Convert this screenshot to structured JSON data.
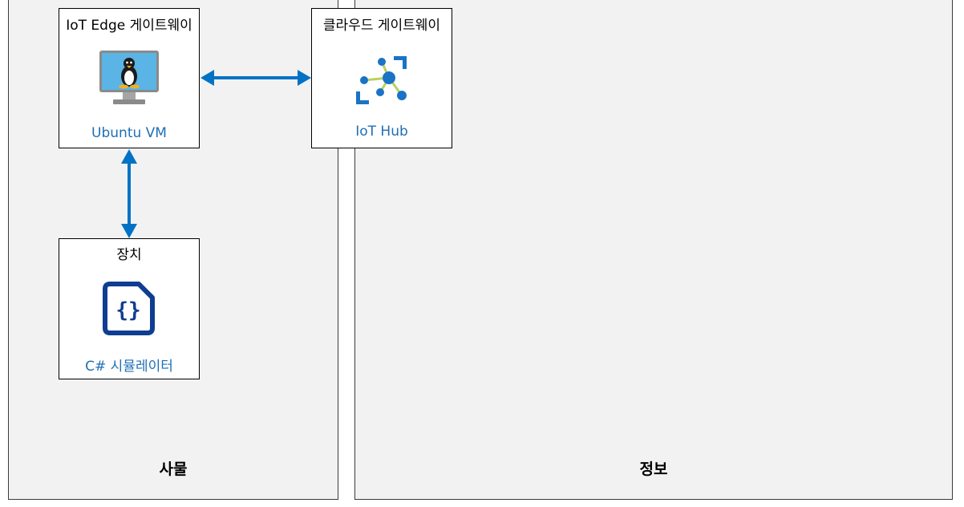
{
  "panels": {
    "things": {
      "label": "사물"
    },
    "insights": {
      "label": "정보"
    }
  },
  "nodes": {
    "edge_gateway": {
      "title": "IoT Edge 게이트웨이",
      "caption": "Ubuntu VM",
      "icon": "linux-vm-icon"
    },
    "cloud_gateway": {
      "title": "클라우드 게이트웨이",
      "caption": "IoT Hub",
      "icon": "iot-hub-icon"
    },
    "device": {
      "title": "장치",
      "caption": "C# 시뮬레이터",
      "icon": "code-file-icon"
    }
  },
  "connections": [
    {
      "from": "edge_gateway",
      "to": "cloud_gateway",
      "direction": "bidirectional"
    },
    {
      "from": "edge_gateway",
      "to": "device",
      "direction": "bidirectional"
    }
  ],
  "colors": {
    "arrow": "#0072c6",
    "caption": "#1f6fb5",
    "panel_bg": "#f2f2f2",
    "hub_dot": "#1a73c6",
    "hub_line": "#b9d25c"
  }
}
